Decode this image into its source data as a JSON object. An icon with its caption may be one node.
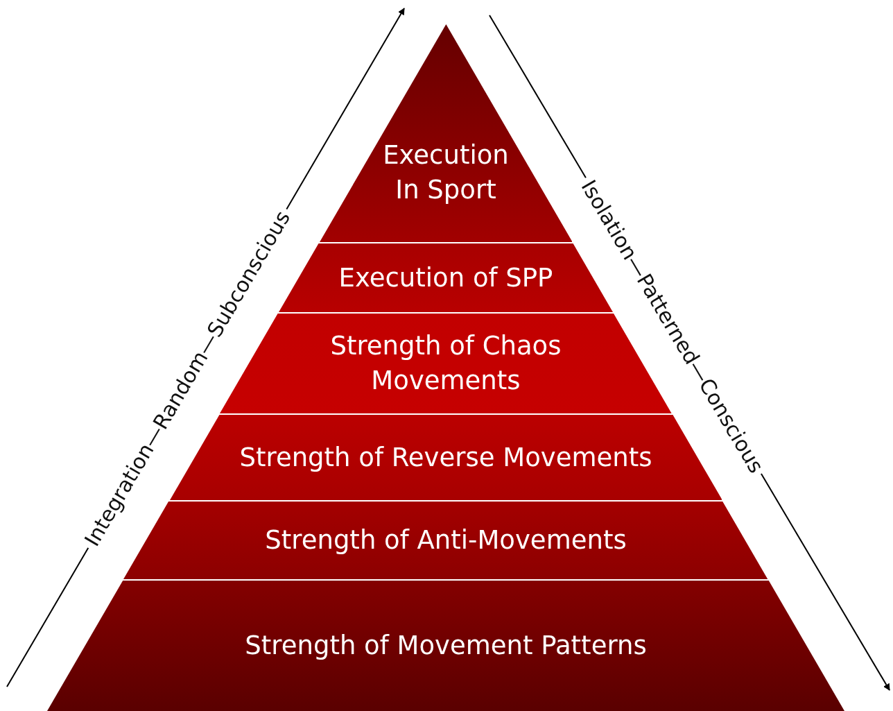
{
  "diagram": {
    "nodes": [
      {
        "text": [
          "Execution In Sport"
        ]
      },
      {
        "text": [
          "Execution of SPP"
        ]
      },
      {
        "text": [
          "Strength of Chaos Movements"
        ]
      },
      {
        "text": [
          "Strength of Reverse Movements"
        ]
      },
      {
        "text": [
          "Strength of Anti-Movements"
        ]
      },
      {
        "text": [
          "Strength of Movement Patterns"
        ]
      }
    ],
    "labels": [
      "Integration—Random—Subconscious",
      "Isolation—Patterned—Conscious"
    ]
  }
}
